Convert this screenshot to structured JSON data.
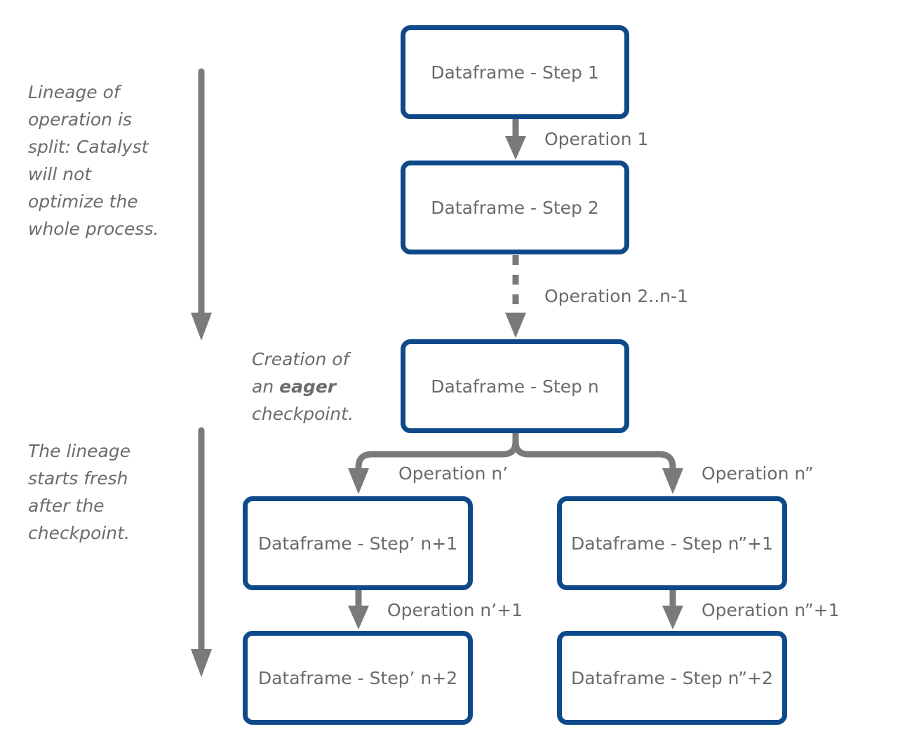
{
  "colors": {
    "box_border": "#0e4a8a",
    "arrow": "#7a7a7a",
    "text": "#6b6b6b"
  },
  "boxes": {
    "step1": "Dataframe - Step 1",
    "step2": "Dataframe - Step 2",
    "stepn": "Dataframe - Step n",
    "step_p1": "Dataframe - Step’ n+1",
    "step_pp1": "Dataframe - Step n”+1",
    "step_p2": "Dataframe - Step’ n+2",
    "step_pp2": "Dataframe - Step n”+2"
  },
  "operations": {
    "op1": "Operation 1",
    "op2": "Operation 2..n-1",
    "op_p": "Operation n’",
    "op_pp": "Operation n”",
    "op_p1": "Operation n’+1",
    "op_pp1": "Operation n”+1"
  },
  "notes": {
    "lineage_split": [
      "Lineage of",
      "operation is",
      "split: Catalyst",
      "will not",
      "optimize the",
      "whole process."
    ],
    "checkpoint": {
      "line1": "Creation of",
      "line2_pre": "an",
      "line2_bold": "eager",
      "line3": "checkpoint."
    },
    "lineage_fresh": [
      "The lineage",
      "starts fresh",
      "after the",
      "checkpoint."
    ]
  }
}
